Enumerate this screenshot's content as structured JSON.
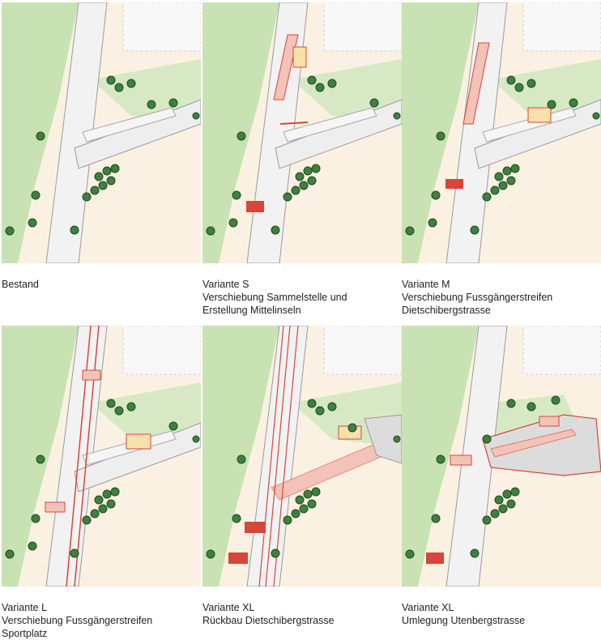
{
  "panels": [
    {
      "id": "bestand",
      "title": "Bestand",
      "desc1": "",
      "desc2": ""
    },
    {
      "id": "variante-s",
      "title": "Variante S",
      "desc1": "Verschiebung Sammelstelle und",
      "desc2": "Erstellung Mittelinseln"
    },
    {
      "id": "variante-m",
      "title": "Variante M",
      "desc1": "Verschiebung Fussgängerstreifen",
      "desc2": "Dietschibergstrasse"
    },
    {
      "id": "variante-l",
      "title": "Variante L",
      "desc1": "Verschiebung Fussgängerstreifen",
      "desc2": "Sportplatz"
    },
    {
      "id": "variante-xl-a",
      "title": "Variante XL",
      "desc1": "Rückbau Dietschibergstrasse",
      "desc2": ""
    },
    {
      "id": "variante-xl-b",
      "title": "Variante XL",
      "desc1": "Umlegung Utenbergstrasse",
      "desc2": ""
    }
  ],
  "colors": {
    "meadow": "#c9e2b3",
    "meadow_dark": "#a9cf8e",
    "field": "#fbf1e2",
    "road": "#f2f2f2",
    "road_edge": "#9a9a9a",
    "tree": "#3f7f3f",
    "tree_dark": "#1e4a1e",
    "highlight_red": "#d8453a",
    "highlight_pink": "#f3c2b8",
    "highlight_yellow": "#f7e1a8"
  }
}
